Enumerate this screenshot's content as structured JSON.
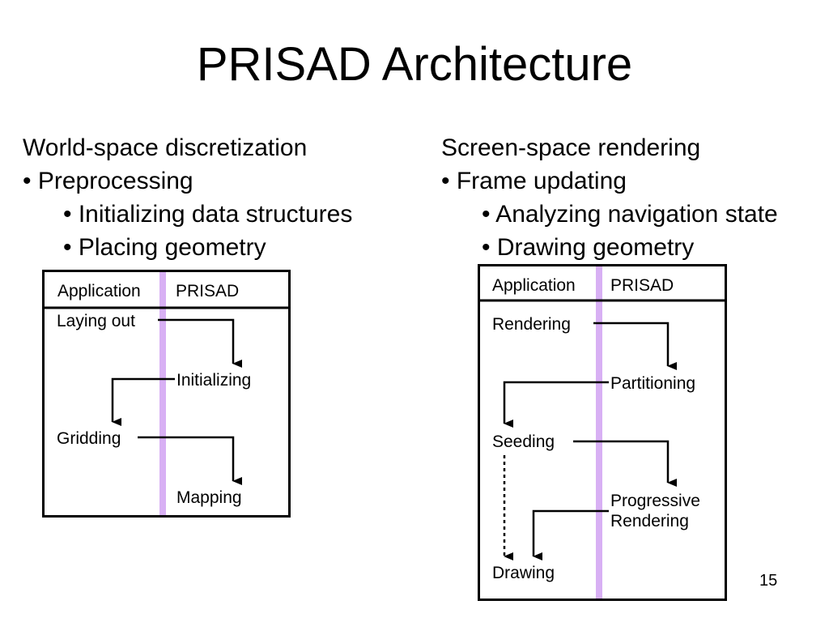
{
  "slide": {
    "title": "PRISAD Architecture",
    "page_number": "15"
  },
  "left": {
    "heading": "World-space discretization",
    "bullets": [
      "• Preprocessing",
      "• Initializing data structures",
      "• Placing geometry"
    ],
    "diagram": {
      "col_app": "Application",
      "col_prisad": "PRISAD",
      "steps": [
        "Laying out",
        "Initializing",
        "Gridding",
        "Mapping"
      ]
    }
  },
  "right": {
    "heading": "Screen-space rendering",
    "bullets": [
      "• Frame updating",
      "• Analyzing navigation state",
      "• Drawing geometry"
    ],
    "diagram": {
      "col_app": "Application",
      "col_prisad": "PRISAD",
      "steps": [
        "Rendering",
        "Partitioning",
        "Seeding",
        "Progressive",
        "Rendering",
        "Drawing"
      ]
    }
  },
  "colors": {
    "divider": "#d8b0f4",
    "line": "#000000"
  }
}
